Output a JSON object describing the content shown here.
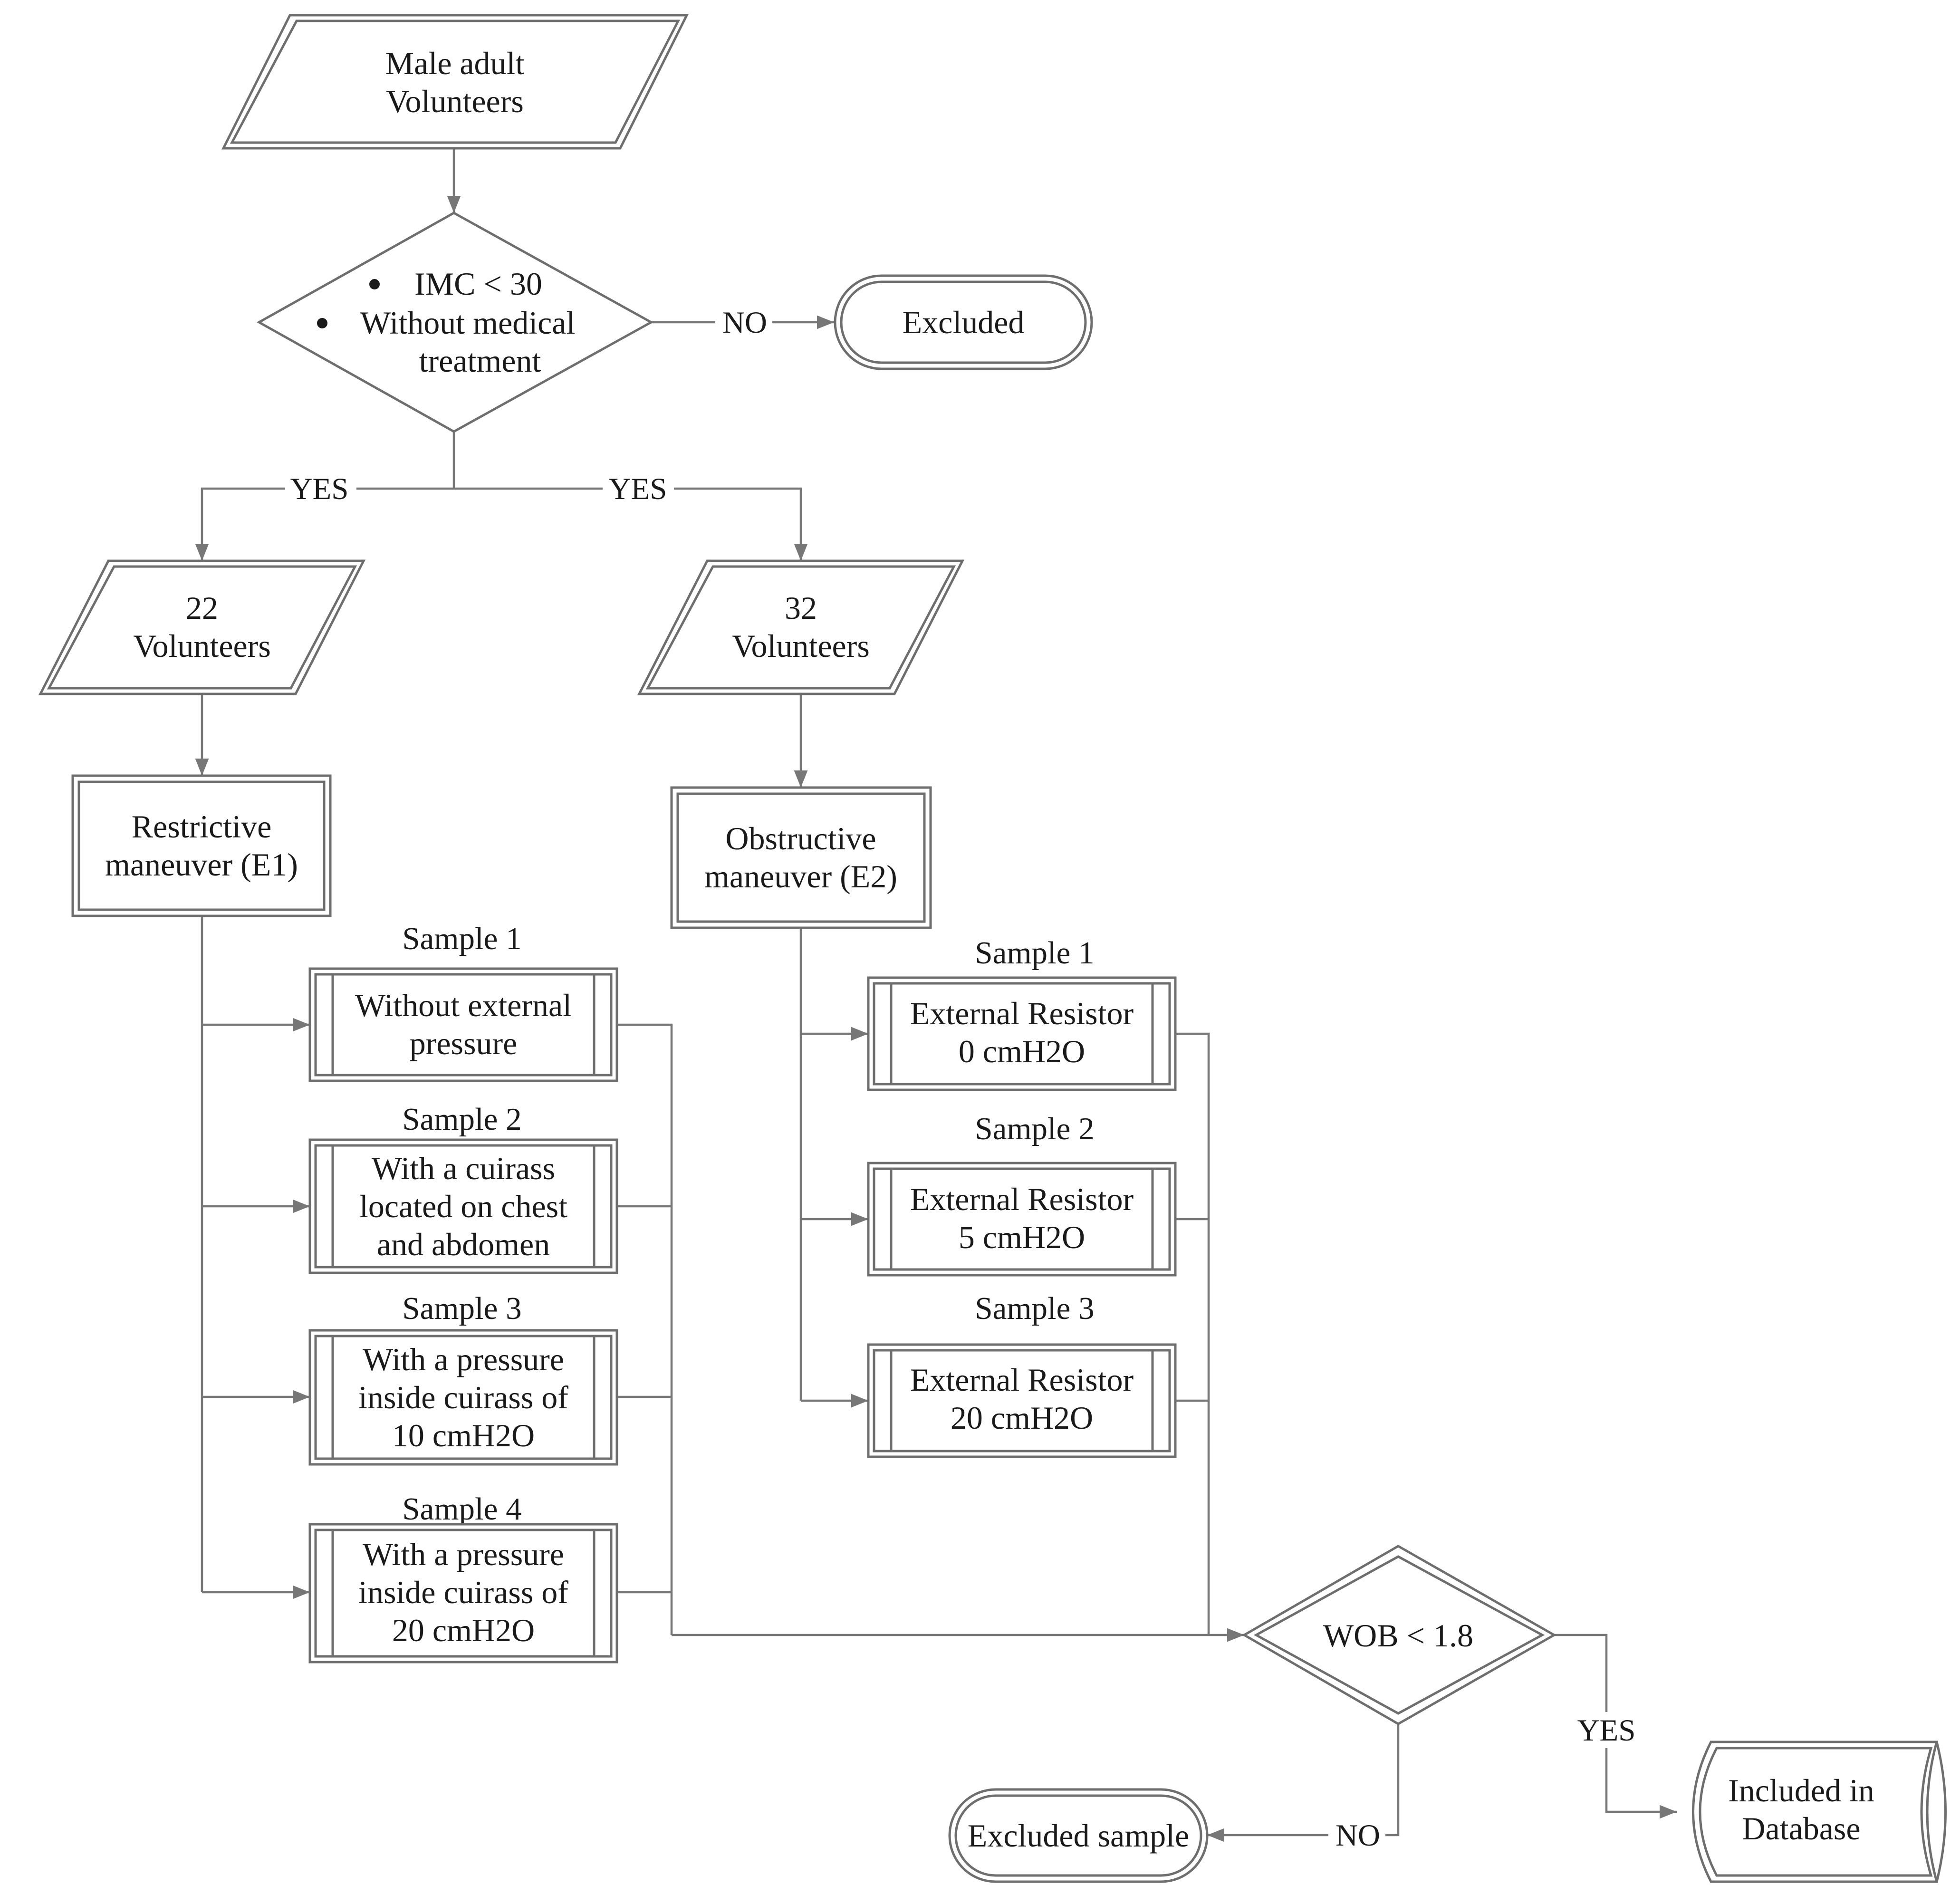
{
  "nodes": {
    "start": {
      "lines": [
        "Male adult",
        "Volunteers"
      ]
    },
    "check1": {
      "bullets": [
        "IMC < 30",
        "Without medical",
        "treatment"
      ]
    },
    "excluded": {
      "label": "Excluded"
    },
    "vol22": {
      "lines": [
        "22",
        "Volunteers"
      ]
    },
    "vol32": {
      "lines": [
        "32",
        "Volunteers"
      ]
    },
    "e1": {
      "lines": [
        "Restrictive",
        "maneuver (E1)"
      ]
    },
    "e2": {
      "lines": [
        "Obstructive",
        "maneuver (E2)"
      ]
    },
    "e1_samples": [
      {
        "caption": "Sample 1",
        "lines": [
          "Without external",
          "pressure"
        ]
      },
      {
        "caption": "Sample 2",
        "lines": [
          "With a cuirass",
          "located on chest",
          "and abdomen"
        ]
      },
      {
        "caption": "Sample 3",
        "lines": [
          "With a pressure",
          "inside cuirass of",
          "10 cmH2O"
        ]
      },
      {
        "caption": "Sample 4",
        "lines": [
          "With a pressure",
          "inside cuirass of",
          "20 cmH2O"
        ]
      }
    ],
    "e2_samples": [
      {
        "caption": "Sample 1",
        "lines": [
          "External Resistor",
          "0 cmH2O"
        ]
      },
      {
        "caption": "Sample 2",
        "lines": [
          "External Resistor",
          "5 cmH2O"
        ]
      },
      {
        "caption": "Sample 3",
        "lines": [
          "External Resistor",
          "20 cmH2O"
        ]
      }
    ],
    "check2": {
      "label": "WOB < 1.8"
    },
    "excluded_sample": {
      "label": "Excluded sample"
    },
    "included": {
      "lines": [
        "Included in",
        "Database"
      ]
    }
  },
  "edges": {
    "no1": "NO",
    "yes_left": "YES",
    "yes_right": "YES",
    "yes2": "YES",
    "no2": "NO"
  }
}
